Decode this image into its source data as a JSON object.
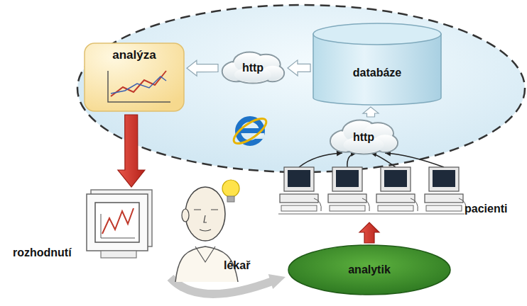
{
  "diagram": {
    "nodes": [
      {
        "text": [
          "analýza"
        ]
      },
      {
        "text": [
          "http"
        ]
      },
      {
        "text": [
          "databáze"
        ]
      },
      {
        "text": [
          "http"
        ]
      },
      {
        "text": [
          "rozhodnutí"
        ]
      },
      {
        "text": [
          "lékař"
        ]
      },
      {
        "text": [
          "pacienti"
        ]
      },
      {
        "text": [
          "analytik"
        ]
      }
    ],
    "edges": [
      {
        "from": 2,
        "to": 1,
        "arrow": "to"
      },
      {
        "from": 1,
        "to": 0,
        "arrow": "to"
      },
      {
        "from": 3,
        "to": 2,
        "arrow": "to"
      },
      {
        "from": 6,
        "to": 3,
        "arrow": "to"
      },
      {
        "from": 0,
        "to": 4,
        "arrow": "to"
      },
      {
        "from": 5,
        "to": 7,
        "arrow": "to"
      },
      {
        "from": 7,
        "to": 6,
        "arrow": "to"
      }
    ]
  }
}
